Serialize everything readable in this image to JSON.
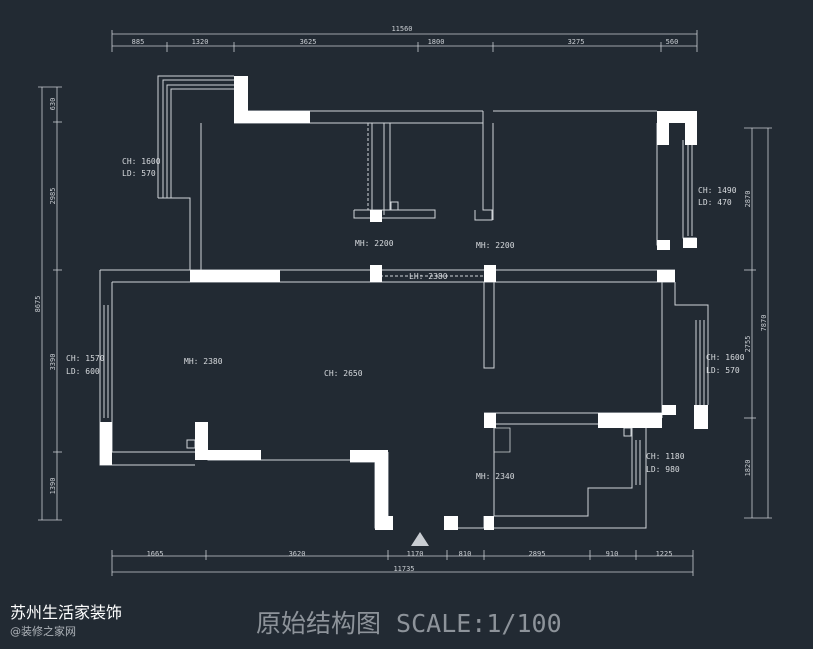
{
  "title": "原始结构图 SCALE:1/100",
  "brand": "苏州生活家装饰",
  "watermark": "@装修之家网",
  "dimensions": {
    "top_total": "11560",
    "top": [
      "885",
      "1320",
      "3625",
      "1800",
      "3275",
      "560"
    ],
    "bottom": [
      "1665",
      "3620",
      "1170",
      "810",
      "2895",
      "910",
      "1225"
    ],
    "bottom_total": "11735",
    "left": [
      "630",
      "2985",
      "3390",
      "1390"
    ],
    "left_total": "8675",
    "right": [
      "2870",
      "2755",
      "1820"
    ],
    "right_total": "7870"
  },
  "room_labels": {
    "ch_1600_top": "CH: 1600",
    "ld_570_top": "LD: 570",
    "ch_1490": "CH: 1490",
    "ld_470": "LD: 470",
    "mh_2200_a": "MH: 2200",
    "mh_2200_b": "MH: 2200",
    "lh_2380": "LH: 2380",
    "ch_1570": "CH: 1570",
    "ld_600": "LD: 600",
    "mh_2380": "MH: 2380",
    "ch_2650": "CH: 2650",
    "ch_1600_right": "CH: 1600",
    "ld_570_right": "LD: 570",
    "ch_1180": "CH: 1180",
    "ld_980": "LD: 980",
    "mh_2340": "MH: 2340"
  },
  "colors": {
    "background": "#222a33",
    "wall": "#ffffff",
    "line": "#d0d4d8"
  }
}
